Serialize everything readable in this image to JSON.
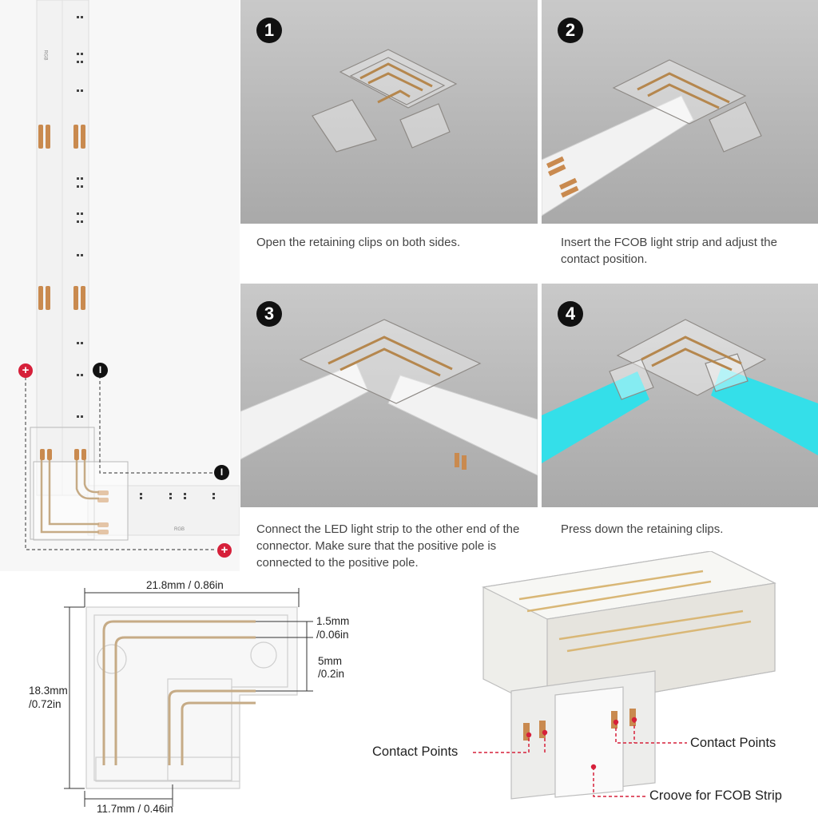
{
  "steps": [
    {
      "number": "1",
      "caption": "Open the retaining clips on both sides."
    },
    {
      "number": "2",
      "caption": "Insert the FCOB light strip and adjust the contact position."
    },
    {
      "number": "3",
      "caption": "Connect the LED light strip to the other end of the connector. Make sure that the positive pole is connected to the positive pole."
    },
    {
      "number": "4",
      "caption": "Press down the retaining clips."
    }
  ],
  "strip": {
    "polarity_positive": "+",
    "polarity_negative": "I",
    "mark": "RGB"
  },
  "dimensions": {
    "width_total": "21.8mm / 0.86in",
    "height_total_mm": "18.3mm",
    "height_total_in": "/0.72in",
    "pin_width_mm": "1.5mm",
    "pin_width_in": "/0.06in",
    "pin_gap_mm": "5mm",
    "pin_gap_in": "/0.2in",
    "inner_width": "11.7mm / 0.46in"
  },
  "callouts": {
    "contact_left": "Contact Points",
    "contact_right": "Contact Points",
    "groove": "Croove for FCOB Strip"
  },
  "colors": {
    "copper": "#c98a4f",
    "trace": "#c6ab86",
    "cyan": "#2fe0ea",
    "red_dot": "#d6203a",
    "badge": "#111111"
  },
  "icons": [
    "plus-icon",
    "minus-icon"
  ]
}
